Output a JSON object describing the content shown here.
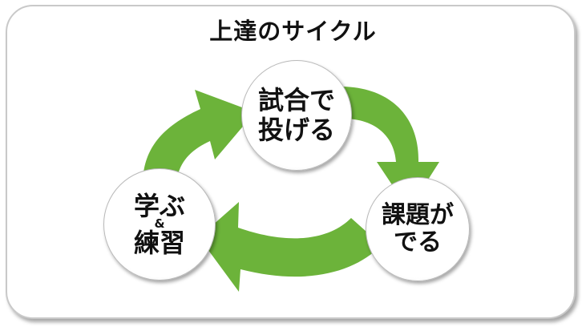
{
  "title": "上達のサイクル",
  "colors": {
    "arrow": "#6cb33a",
    "node_border": "#b9b9b9",
    "frame_border": "#c9c9c9"
  },
  "nodes": {
    "game": {
      "line1": "試合で",
      "line2": "投げる"
    },
    "issues": {
      "line1": "課題が",
      "line2": "でる"
    },
    "learn": {
      "line1": "学ぶ",
      "amp": "&",
      "line2": "練習"
    }
  }
}
